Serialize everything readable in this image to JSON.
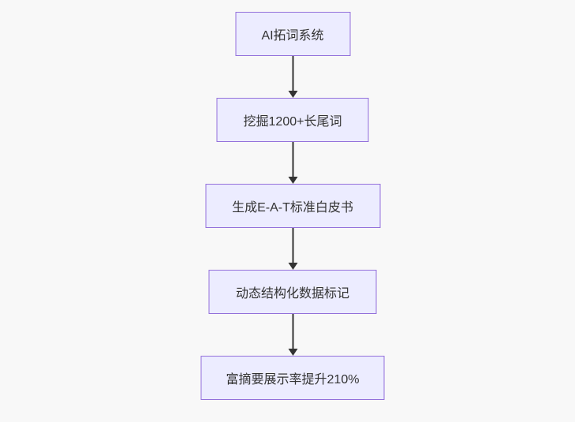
{
  "diagram": {
    "type": "flowchart",
    "direction": "top-down",
    "nodes": [
      {
        "id": "node-1",
        "label": "AI拓词系统"
      },
      {
        "id": "node-2",
        "label": "挖掘1200+长尾词"
      },
      {
        "id": "node-3",
        "label": "生成E-A-T标准白皮书"
      },
      {
        "id": "node-4",
        "label": "动态结构化数据标记"
      },
      {
        "id": "node-5",
        "label": "富摘要展示率提升210%"
      }
    ],
    "edges": [
      {
        "from": "node-1",
        "to": "node-2"
      },
      {
        "from": "node-2",
        "to": "node-3"
      },
      {
        "from": "node-3",
        "to": "node-4"
      },
      {
        "from": "node-4",
        "to": "node-5"
      }
    ],
    "colors": {
      "background": "#f8f8f8",
      "node_fill": "#ECECFF",
      "node_border": "#9370DB",
      "text": "#333333",
      "arrow": "#333333"
    }
  }
}
